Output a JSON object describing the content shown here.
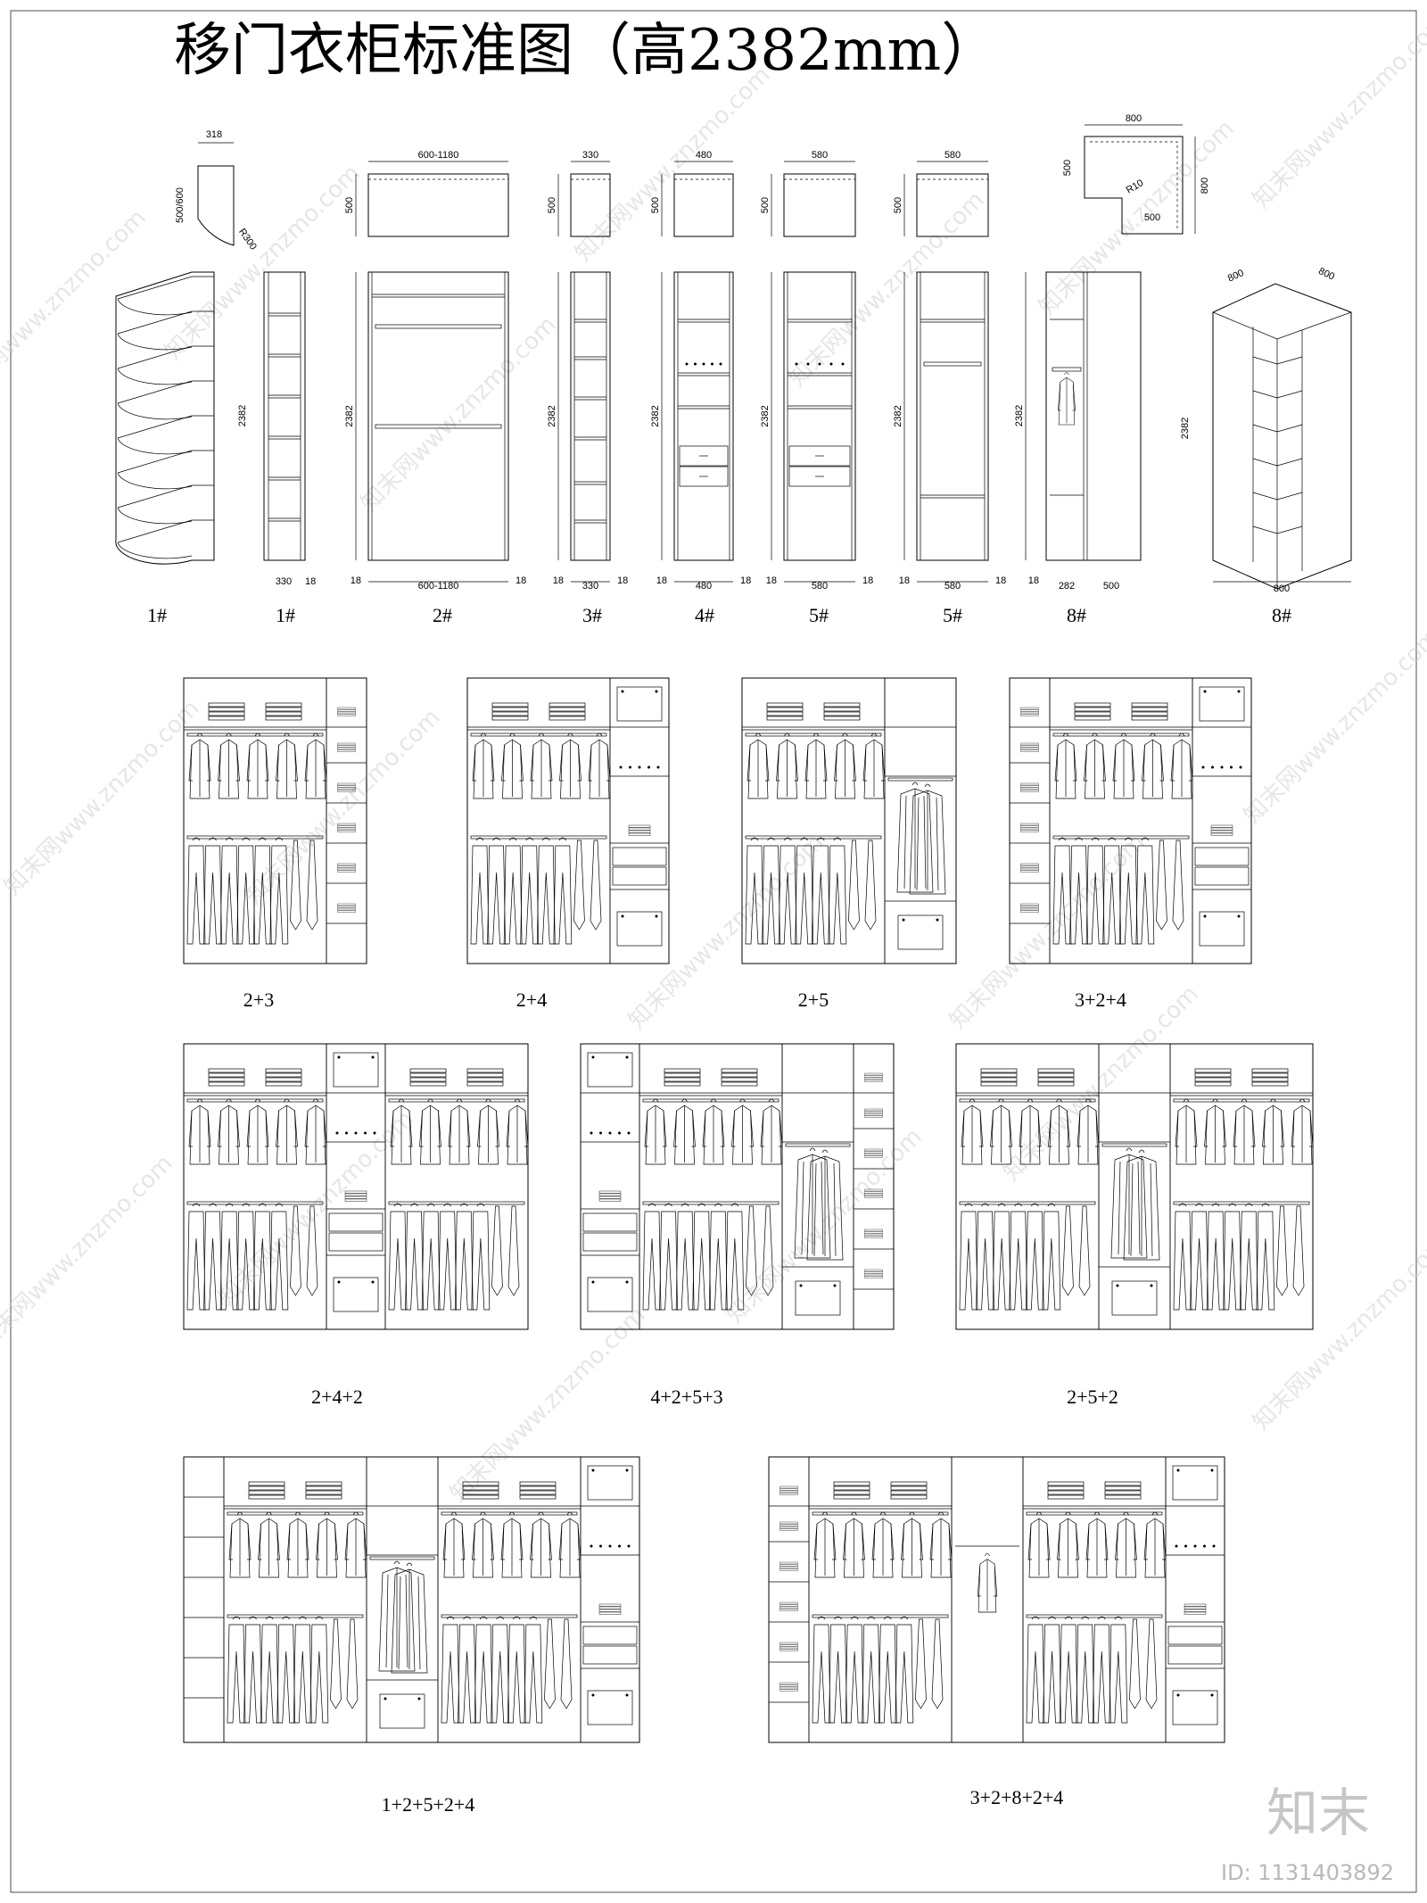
{
  "title": "移门衣柜标准图（高2382mm）",
  "top_views": [
    {
      "w_label": "318",
      "h_label": "500/600",
      "r_label": "R300"
    },
    {
      "w_label": "600-1180",
      "h_label": "500"
    },
    {
      "w_label": "330",
      "h_label": "500"
    },
    {
      "w_label": "480",
      "h_label": "500"
    },
    {
      "w_label": "580",
      "h_label": "500"
    },
    {
      "w_label": "580",
      "h_label": "500"
    },
    {
      "w_label": "800",
      "h_label": "500",
      "h2_label": "800",
      "inner_label": "500",
      "r_label": "R10"
    }
  ],
  "elevations": {
    "height_label": "2382",
    "side": "18",
    "corner_dims": [
      "800",
      "800"
    ],
    "bottom_widths": [
      "330",
      "600-1180",
      "330",
      "480",
      "580",
      "580",
      "282",
      "500",
      "800"
    ],
    "labels": [
      "1#",
      "1#",
      "2#",
      "3#",
      "4#",
      "5#",
      "5#",
      "8#",
      "8#"
    ]
  },
  "combos_row1": [
    "2+3",
    "2+4",
    "2+5",
    "3+2+4"
  ],
  "combos_row2": [
    "2+4+2",
    "4+2+5+3",
    "2+5+2"
  ],
  "combos_row3": [
    "1+2+5+2+4",
    "3+2+8+2+4"
  ],
  "watermark": "知末网www.znzmo.com",
  "brand": "知末",
  "id_text": "ID: 1131403892"
}
